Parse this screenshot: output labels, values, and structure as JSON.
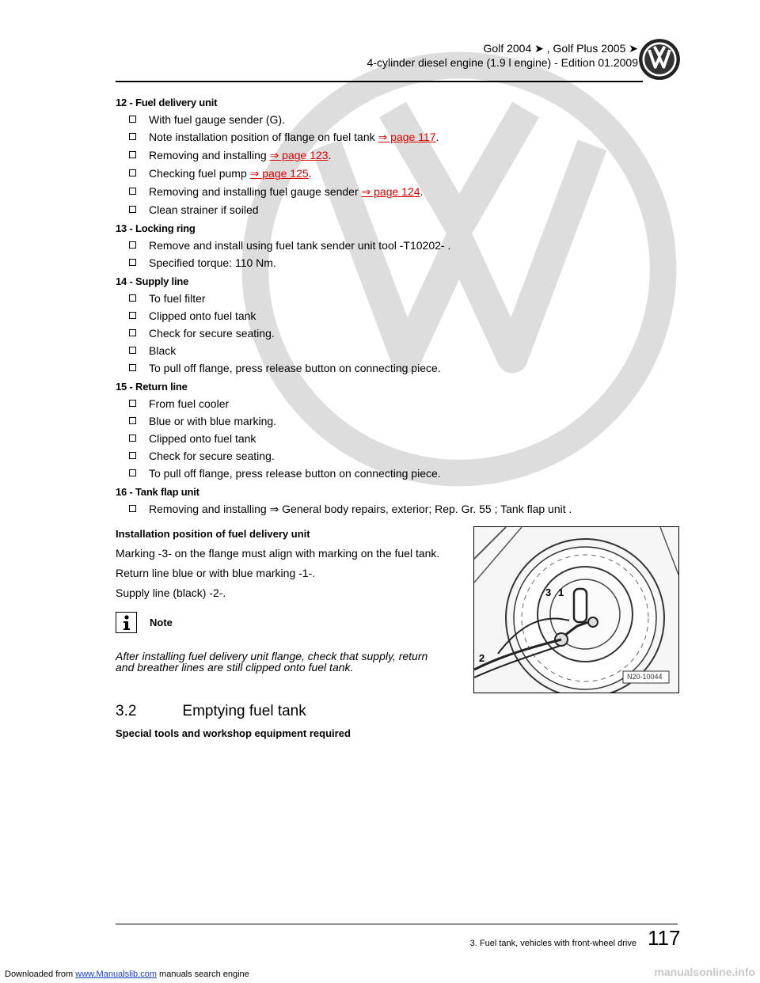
{
  "header": {
    "model_line_a": "Golf 2004 ➤ , Golf Plus 2005 ➤",
    "model_line_b": "4-cylinder diesel engine (1.9 l engine) - Edition 01.2009"
  },
  "items": [
    {
      "title": "12 - Fuel delivery unit",
      "bullets": [
        {
          "text": "With fuel gauge sender (G).",
          "link": "",
          "after": ""
        },
        {
          "text": "Note installation position of flange on fuel tank ",
          "link": "⇒ page 117",
          "after": " ."
        },
        {
          "text": "Removing and installing ",
          "link": "⇒ page 123",
          "after": " ."
        },
        {
          "text": "Checking fuel pump ",
          "link": "⇒ page 125",
          "after": " ."
        },
        {
          "text": "Removing and installing fuel gauge sender ",
          "link": "⇒ page 124",
          "after": " ."
        },
        {
          "text": "Clean strainer if soiled",
          "link": "",
          "after": ""
        }
      ]
    },
    {
      "title": "13 - Locking ring",
      "bullets": [
        {
          "text": "Remove and install using fuel tank sender unit tool -T10202- .",
          "link": "",
          "after": ""
        },
        {
          "text": "Specified torque: 110 Nm.",
          "link": "",
          "after": ""
        }
      ]
    },
    {
      "title": "14 - Supply line",
      "bullets": [
        {
          "text": "To fuel filter",
          "link": "",
          "after": ""
        },
        {
          "text": "Clipped onto fuel tank",
          "link": "",
          "after": ""
        },
        {
          "text": "Check for secure seating.",
          "link": "",
          "after": ""
        },
        {
          "text": "Black",
          "link": "",
          "after": ""
        },
        {
          "text": "To pull off flange, press release button on connecting piece.",
          "link": "",
          "after": ""
        }
      ]
    },
    {
      "title": "15 - Return line",
      "bullets": [
        {
          "text": "From fuel cooler",
          "link": "",
          "after": ""
        },
        {
          "text": "Blue or with blue marking.",
          "link": "",
          "after": ""
        },
        {
          "text": "Clipped onto fuel tank",
          "link": "",
          "after": ""
        },
        {
          "text": "Check for secure seating.",
          "link": "",
          "after": ""
        },
        {
          "text": "To pull off flange, press release button on connecting piece.",
          "link": "",
          "after": ""
        }
      ]
    },
    {
      "title": "16 - Tank flap unit",
      "bullets": [
        {
          "text": "Removing and installing ⇒  General body repairs, exterior; Rep. Gr.  55 ; Tank flap unit .",
          "link": "",
          "after": ""
        }
      ]
    }
  ],
  "installation": {
    "title": "Installation position of fuel delivery unit",
    "lines": [
      "Marking -3- on the flange must align with marking on the fuel tank.",
      "Return line blue or with blue marking -1-.",
      "Supply line (black) -2-."
    ],
    "note_label": "Note",
    "note_text": "After installing fuel delivery unit flange, check that supply, return and breather lines are still clipped onto fuel tank."
  },
  "figure": {
    "label_1": "1",
    "label_2": "2",
    "label_3": "3",
    "code": "N20-10044"
  },
  "section": {
    "number": "3.2",
    "title": "Emptying fuel tank",
    "subtitle": "Special tools and workshop equipment required"
  },
  "footer": {
    "section_name": "3. Fuel tank, vehicles with front-wheel drive",
    "page_number": "117",
    "downloaded_prefix": "Downloaded from",
    "downloaded_link": "www.Manualslib.com",
    "downloaded_suffix": "manuals search engine",
    "site": "manualsonline.info"
  },
  "colors": {
    "link": "#e00000",
    "watermark": "#c8c8c8"
  },
  "icons": {
    "note": "info-i-icon",
    "brand": "vw-logo"
  }
}
